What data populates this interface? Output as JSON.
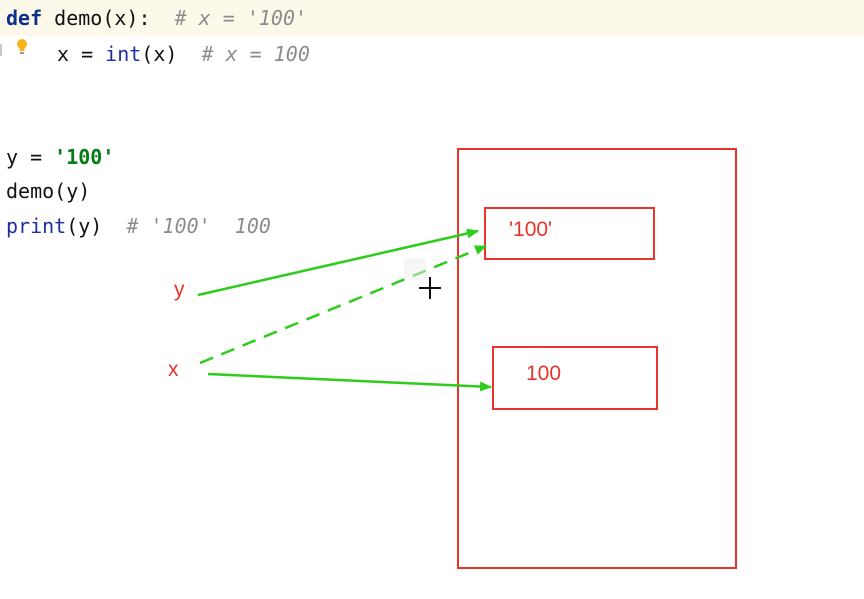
{
  "code": {
    "line1": {
      "keyword": "def",
      "signature": " demo(x):",
      "comment": "# x = '100'"
    },
    "line2": {
      "prefix": "x = ",
      "builtin": "int",
      "suffix": "(x)",
      "comment": "# x = 100"
    },
    "line3": {
      "prefix": "y = ",
      "string": "'100'"
    },
    "line4": {
      "text": "demo(y)"
    },
    "line5": {
      "builtin": "print",
      "suffix": "(y)",
      "comment": "# '100'  100"
    }
  },
  "diagram": {
    "var_y": "y",
    "var_x": "x",
    "object_str": "'100'",
    "object_int": "100"
  },
  "icons": {
    "intention": "lightbulb-icon",
    "cursor": "crosshair-cursor-icon"
  },
  "colors": {
    "frame": "#e8352c",
    "arrow": "#2ecc1b",
    "highlight": "#fdf9ea"
  }
}
